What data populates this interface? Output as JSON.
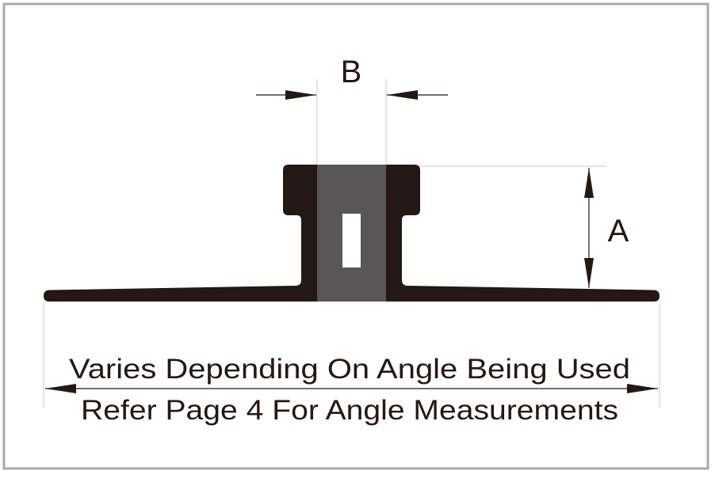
{
  "labels": {
    "dimension_b": "B",
    "dimension_a": "A",
    "width_note_line1": "Varies Depending On Angle Being Used",
    "width_note_line2": "Refer Page 4 For Angle Measurements"
  },
  "colors": {
    "profile": "#231815",
    "insert": "#595657",
    "frame": "#aaaaaa",
    "guide": "#c8c8c8"
  }
}
